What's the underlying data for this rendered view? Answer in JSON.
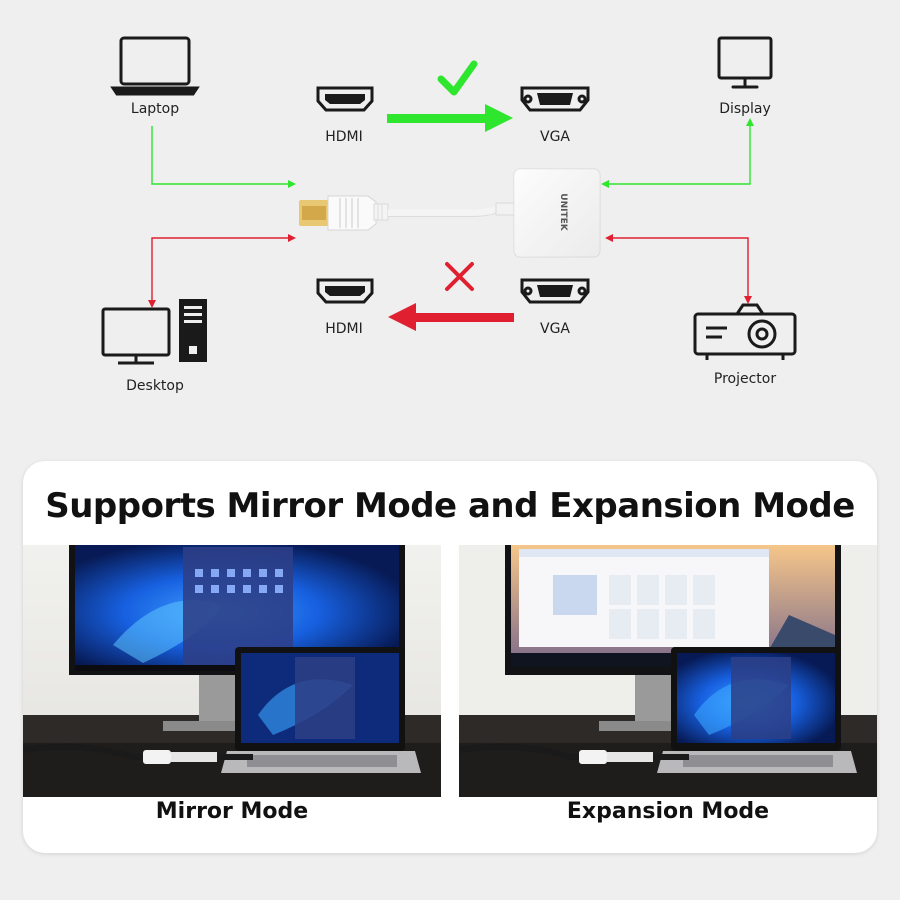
{
  "devices": {
    "laptop": "Laptop",
    "display": "Display",
    "desktop": "Desktop",
    "projector": "Projector"
  },
  "connectors": {
    "top_from": "HDMI",
    "top_to": "VGA",
    "bottom_from": "HDMI",
    "bottom_to": "VGA"
  },
  "adapter_brand": "UNITEK",
  "status": {
    "supported_icon": "check-icon",
    "unsupported_icon": "cross-icon"
  },
  "colors": {
    "supported": "#2ee62e",
    "unsupported": "#e02030"
  },
  "modes": {
    "title": "Supports Mirror Mode and Expansion Mode",
    "mirror": "Mirror Mode",
    "expansion": "Expansion Mode"
  }
}
